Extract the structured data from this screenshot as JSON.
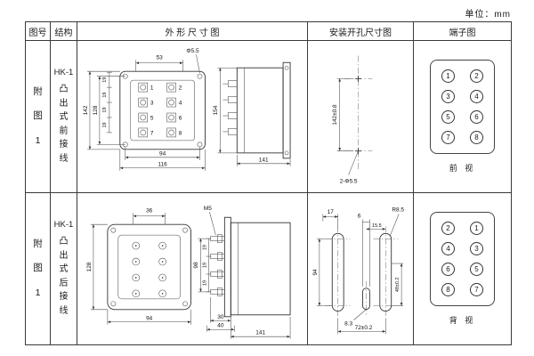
{
  "unit_label": "单位：mm",
  "header": {
    "fig_no": "图号",
    "structure": "结构",
    "outline": "外 形 尺 寸 图",
    "mounting": "安装开孔尺寸图",
    "terminal": "端子图"
  },
  "rows": [
    {
      "fig_no": "附图1",
      "model": "HK-1",
      "structure_type": "凸出式前接线",
      "outline": {
        "top_width": "53",
        "hole_dia": "Φ5.5",
        "height_outer": "142",
        "height_inner": "128",
        "segs": [
          "19",
          "19",
          "19",
          "19"
        ],
        "bottom_inner": "94",
        "bottom_outer": "116",
        "numbers": [
          "1",
          "2",
          "3",
          "4",
          "5",
          "6",
          "7",
          "8"
        ],
        "side_height": "154",
        "side_depth": "141"
      },
      "mounting": {
        "vertical": "142±0.8",
        "holes": "2-Φ5.5"
      },
      "terminal": {
        "grid": [
          [
            "1",
            "2"
          ],
          [
            "3",
            "4"
          ],
          [
            "5",
            "6"
          ],
          [
            "7",
            "8"
          ]
        ],
        "caption": "前 视"
      }
    },
    {
      "fig_no": "附图1",
      "model": "HK-1",
      "structure_type": "凸出式后接线",
      "outline": {
        "top_width": "36",
        "height_outer": "128",
        "bottom_width": "94",
        "screw": "M5",
        "stud_span": "98",
        "segs": [
          "19",
          "19",
          "19"
        ],
        "depth_inner": "30",
        "depth_mid": "40",
        "side_depth": "141"
      },
      "mounting": {
        "d17": "17",
        "d6": "6",
        "d155": "15.5",
        "radius": "R8.5",
        "d94": "94",
        "d48": "48±0.2",
        "d83": "8.3",
        "d72": "72±0.2"
      },
      "terminal": {
        "grid": [
          [
            "2",
            "1"
          ],
          [
            "4",
            "3"
          ],
          [
            "6",
            "5"
          ],
          [
            "8",
            "7"
          ]
        ],
        "caption": "背 视"
      }
    }
  ]
}
